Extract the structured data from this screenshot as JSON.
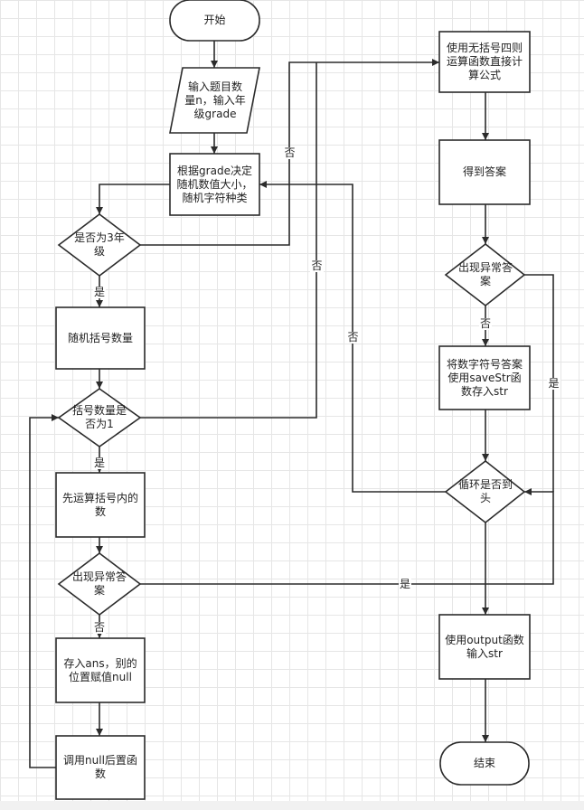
{
  "nodes": {
    "start": "开始",
    "input": "输入题目数量n，输入年级grade",
    "decide_range": "根据grade决定随机数值大小，随机字符种类",
    "is_grade3": "是否为3年级",
    "random_brackets": "随机括号数量",
    "brackets_is_one": "括号数量是否为1",
    "calc_inside": "先运算括号内的数",
    "abnormal_left": "出现异常答案",
    "store_ans": "存入ans，别的位置赋值null",
    "call_null": "调用null后置函数",
    "use_formula": "使用无括号四则运算函数直接计算公式",
    "get_answer": "得到答案",
    "abnormal_right": "出现异常答案",
    "save_str": "将数字符号答案使用saveStr函数存入str",
    "loop_end": "循环是否到头",
    "output": "使用output函数输入str",
    "end": "结束"
  },
  "edges": {
    "yes_grade3": "是",
    "no_grade3": "否",
    "no_brackets_one": "否",
    "yes_brackets_one": "是",
    "no_abnormal_left": "否",
    "yes_abnormal_left": "是",
    "no_abnormal_right": "否",
    "yes_abnormal_right": "是",
    "no_loop": "否"
  }
}
